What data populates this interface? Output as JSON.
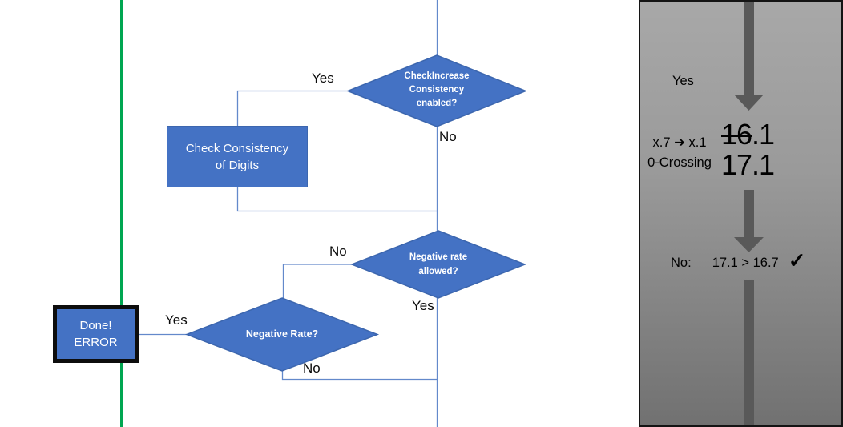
{
  "flowchart": {
    "diamond_check_increase": "CheckIncrease\nConsistency\nenabled?",
    "label_yes_top": "Yes",
    "label_no_top": "No",
    "box_check_consistency": "Check Consistency\nof Digits",
    "diamond_negative_rate_allowed": "Negative rate\nallowed?",
    "label_no_mid": "No",
    "label_yes_mid": "Yes",
    "diamond_negative_rate": "Negative Rate?",
    "label_yes_bottom": "Yes",
    "label_no_bottom": "No",
    "box_done_error": "Done!\nERROR"
  },
  "side_panel": {
    "label_yes": "Yes",
    "annotation_line1": "x.7 ➔ x.1",
    "annotation_line2": "0-Crossing",
    "old_value_struck": "16",
    "old_value_rest": ".1",
    "new_value": "17.1",
    "result_label": "No:",
    "result_comparison": "17.1 > 16.7",
    "check_mark": "✓"
  },
  "colors": {
    "shape_fill": "#4472C4",
    "shape_border": "#3C66AE",
    "connector_blue": "#6389CB",
    "green_line": "#00A651",
    "arrow_gray": "#595959",
    "panel_gradient_top": "#A8A8A8",
    "panel_gradient_bottom": "#717171"
  }
}
